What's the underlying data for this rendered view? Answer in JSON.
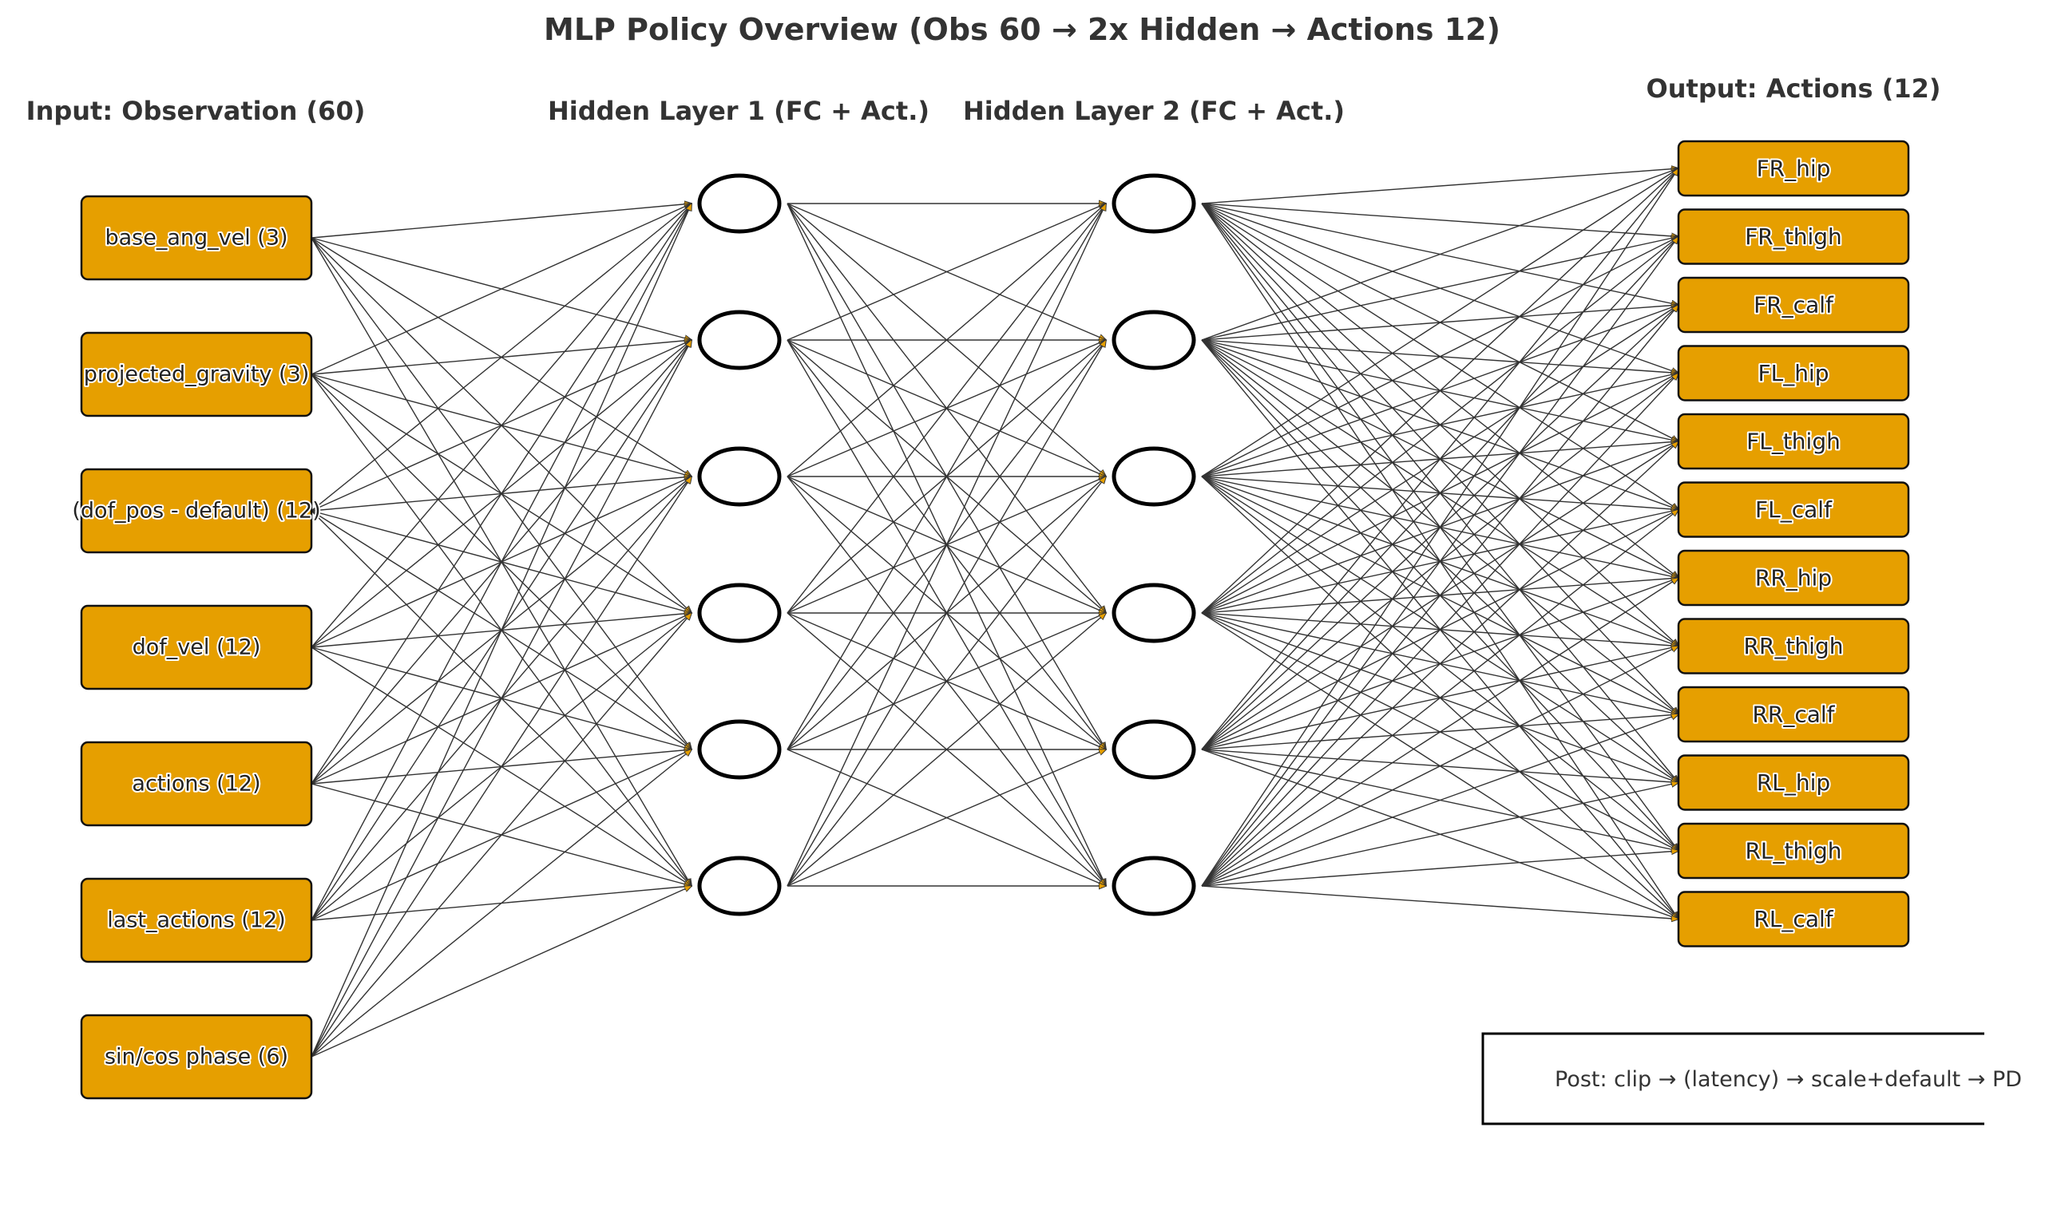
{
  "title": "MLP Policy Overview (Obs 60 → 2x Hidden → Actions 12)",
  "headers": {
    "input": "Input: Observation (60)",
    "hidden1": "Hidden Layer 1 (FC + Act.)",
    "hidden2": "Hidden Layer 2 (FC + Act.)",
    "output": "Output: Actions (12)"
  },
  "inputs": [
    "base_ang_vel (3)",
    "projected_gravity (3)",
    "(dof_pos - default) (12)",
    "dof_vel (12)",
    "actions (12)",
    "last_actions (12)",
    "sin/cos phase (6)"
  ],
  "hidden_units_per_layer": 6,
  "outputs": [
    "FR_hip",
    "FR_thigh",
    "FR_calf",
    "FL_hip",
    "FL_thigh",
    "FL_calf",
    "RR_hip",
    "RR_thigh",
    "RR_calf",
    "RL_hip",
    "RL_thigh",
    "RL_calf"
  ],
  "note": "Post: clip → (latency) → scale+default → PD",
  "colors": {
    "box_fill": "#E69F00",
    "box_border": "#111111",
    "edge": "#333333",
    "arrow_fill": "#E69F00",
    "title": "#333333"
  }
}
